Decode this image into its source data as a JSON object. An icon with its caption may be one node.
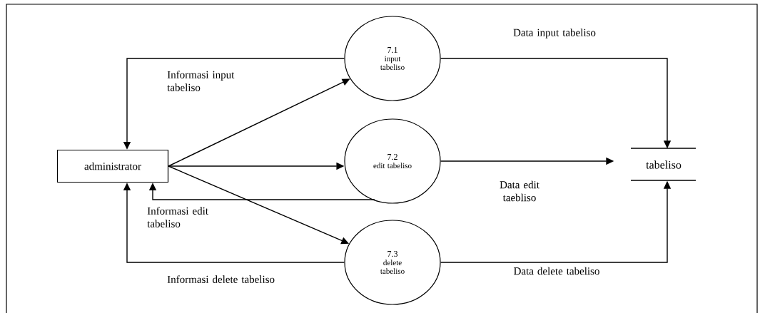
{
  "diagram": {
    "nodes": [
      {
        "text": [
          "administrator"
        ]
      },
      {
        "text": [
          "7.1",
          "input tabeliso"
        ]
      },
      {
        "text": [
          "7.2",
          "edit tabeliso"
        ]
      },
      {
        "text": [
          "7.3",
          "delete tabeliso"
        ]
      },
      {
        "text": [
          "tabeliso"
        ]
      }
    ],
    "edges": [
      {
        "from": 1,
        "to": 0,
        "arrow": "to",
        "label": "Informasi input tabeliso"
      },
      {
        "from": 0,
        "to": 1,
        "arrow": "to"
      },
      {
        "from": 0,
        "to": 2,
        "arrow": "to"
      },
      {
        "from": 0,
        "to": 3,
        "arrow": "to"
      },
      {
        "from": 2,
        "to": 0,
        "arrow": "to",
        "label": "Informasi edit tabeliso"
      },
      {
        "from": 3,
        "to": 0,
        "arrow": "to",
        "label": "Informasi delete tabeliso"
      },
      {
        "from": 1,
        "to": 4,
        "arrow": "to",
        "label": "Data input tabeliso"
      },
      {
        "from": 2,
        "to": 4,
        "arrow": "to",
        "label": "Data edit taebliso"
      },
      {
        "from": 3,
        "to": 4,
        "arrow": "to",
        "label": "Data delete tabeliso"
      }
    ]
  }
}
